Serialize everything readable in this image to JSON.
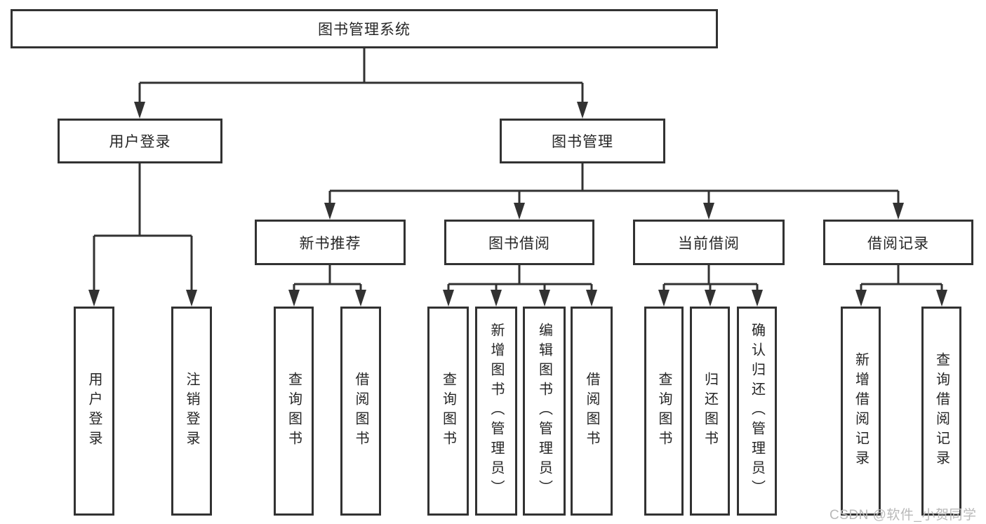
{
  "diagram": {
    "root": {
      "label": "图书管理系统",
      "children": [
        {
          "label": "用户登录",
          "children": [
            {
              "label": "用户登录"
            },
            {
              "label": "注销登录"
            }
          ]
        },
        {
          "label": "图书管理",
          "children": [
            {
              "label": "新书推荐",
              "children": [
                {
                  "label": "查询图书"
                },
                {
                  "label": "借阅图书"
                }
              ]
            },
            {
              "label": "图书借阅",
              "children": [
                {
                  "label": "查询图书"
                },
                {
                  "label": "新增图书（管理员）"
                },
                {
                  "label": "编辑图书（管理员）"
                },
                {
                  "label": "借阅图书"
                }
              ]
            },
            {
              "label": "当前借阅",
              "children": [
                {
                  "label": "查询图书"
                },
                {
                  "label": "归还图书"
                },
                {
                  "label": "确认归还（管理员）"
                }
              ]
            },
            {
              "label": "借阅记录",
              "children": [
                {
                  "label": "新增借阅记录"
                },
                {
                  "label": "查询借阅记录"
                }
              ]
            }
          ]
        }
      ]
    },
    "line_color": "#323232",
    "watermark": "CSDN @软件_小贺同学"
  }
}
